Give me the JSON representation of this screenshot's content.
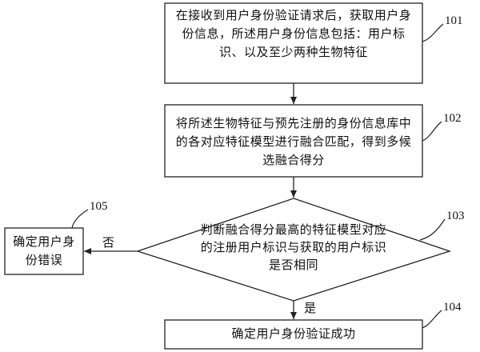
{
  "steps": {
    "s101": {
      "number": "101",
      "text": "在接收到用户身份验证请求后，获取用户身份信息，所述用户身份信息包括：用户标识、以及至少两种生物特征"
    },
    "s102": {
      "number": "102",
      "text": "将所述生物特征与预先注册的身份信息库中的各对应特征模型进行融合匹配，得到多候选融合得分"
    },
    "s103": {
      "number": "103",
      "text": "判断融合得分最高的特征模型对应的注册用户标识与获取的用户标识是否相同"
    },
    "s104": {
      "number": "104",
      "text": "确定用户身份验证成功"
    },
    "s105": {
      "number": "105",
      "text": "确定用户身份错误"
    }
  },
  "branches": {
    "yes": "是",
    "no": "否"
  },
  "colors": {
    "stroke": "#222222",
    "fill": "#ffffff",
    "text": "#111111"
  }
}
